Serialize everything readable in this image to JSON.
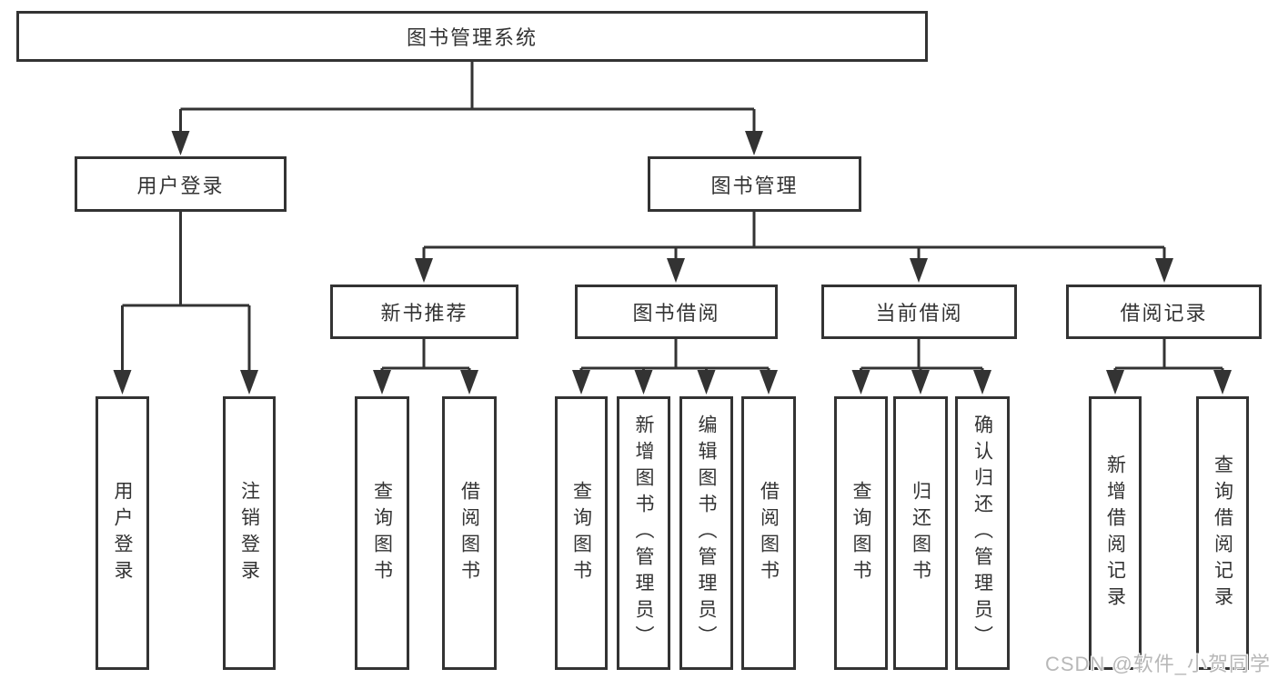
{
  "colors": {
    "line": "#333333",
    "text": "#333333",
    "background": "#ffffff",
    "watermark": "#b8b8b8"
  },
  "diagram": {
    "type": "hierarchy-tree",
    "root": {
      "label": "图书管理系统",
      "children": [
        {
          "label": "用户登录",
          "children": [
            {
              "label": "用户登录"
            },
            {
              "label": "注销登录"
            }
          ]
        },
        {
          "label": "图书管理",
          "children": [
            {
              "label": "新书推荐",
              "children": [
                {
                  "label": "查询图书"
                },
                {
                  "label": "借阅图书"
                }
              ]
            },
            {
              "label": "图书借阅",
              "children": [
                {
                  "label": "查询图书"
                },
                {
                  "label": "新增图书（管理员）"
                },
                {
                  "label": "编辑图书（管理员）"
                },
                {
                  "label": "借阅图书"
                }
              ]
            },
            {
              "label": "当前借阅",
              "children": [
                {
                  "label": "查询图书"
                },
                {
                  "label": "归还图书"
                },
                {
                  "label": "确认归还（管理员）"
                }
              ]
            },
            {
              "label": "借阅记录",
              "children": [
                {
                  "label": "新增借阅记录"
                },
                {
                  "label": "查询借阅记录"
                }
              ]
            }
          ]
        }
      ]
    }
  },
  "watermark": {
    "text": "CSDN @软件_小贺同学"
  }
}
